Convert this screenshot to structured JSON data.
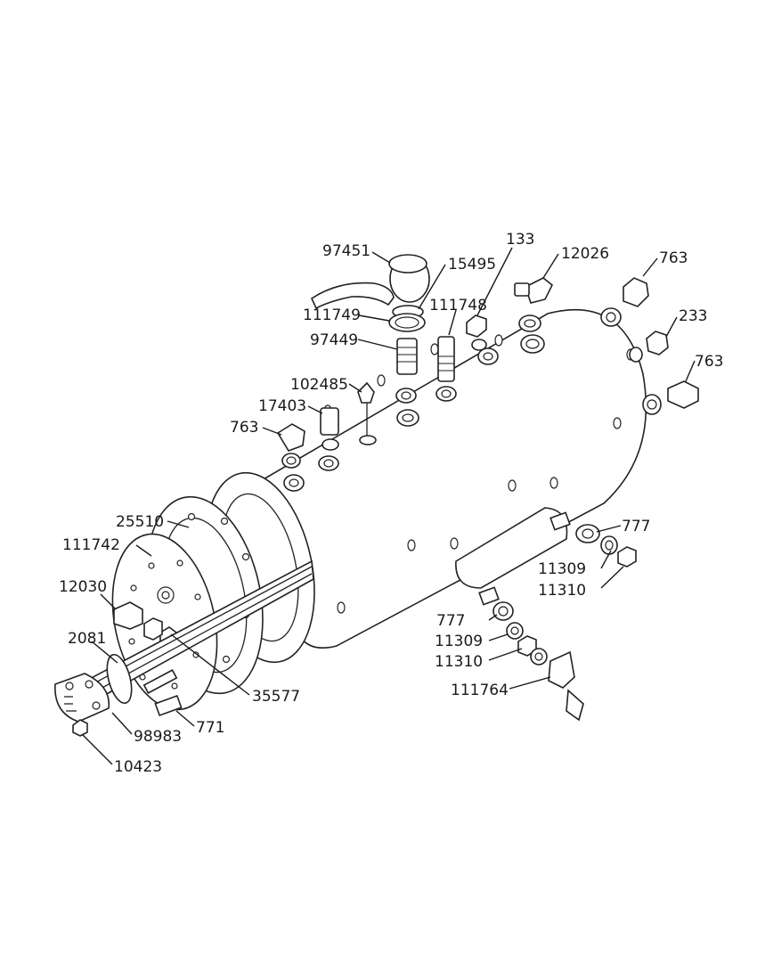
{
  "labels": {
    "p97451": "97451",
    "p15495": "15495",
    "p133": "133",
    "p12026": "12026",
    "p763a": "763",
    "p111749": "111749",
    "p111748": "111748",
    "p233": "233",
    "p97449": "97449",
    "p763b": "763",
    "p102485": "102485",
    "p17403": "17403",
    "p763c": "763",
    "p777a": "777",
    "p25510": "25510",
    "p111742": "111742",
    "p11309a": "11309",
    "p11310a": "11310",
    "p12030": "12030",
    "p777b": "777",
    "p2081": "2081",
    "p11309b": "11309",
    "p11310b": "11310",
    "p35577": "35577",
    "p111764": "111764",
    "p771": "771",
    "p98983": "98983",
    "p10423": "10423"
  }
}
